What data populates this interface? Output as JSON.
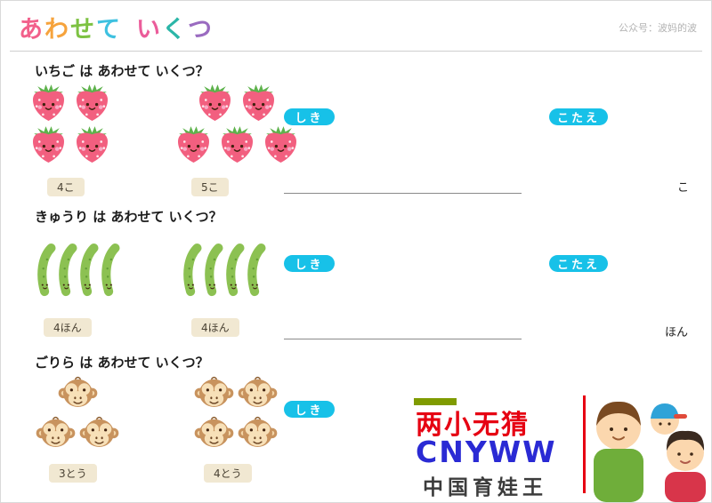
{
  "theme": {
    "accent_cyan": "#17c1e8",
    "label_bg": "#f1e8d2",
    "wm_red": "#e60012",
    "wm_blue": "#2a2ad4",
    "wm_dark": "#3c3c3c",
    "wm_bar": "#7f9b00"
  },
  "page": {
    "top_watermark": "公众号：波妈的波"
  },
  "title": {
    "chars": [
      {
        "ch": "あ",
        "color": "#f2608b"
      },
      {
        "ch": "わ",
        "color": "#f6a33c"
      },
      {
        "ch": "せ",
        "color": "#7dc242"
      },
      {
        "ch": "て",
        "color": "#3fc1e0"
      },
      {
        "ch": "い",
        "color": "#eb5c9a"
      },
      {
        "ch": "く",
        "color": "#2bb6a8"
      },
      {
        "ch": "つ",
        "color": "#9a6bc0"
      }
    ]
  },
  "sections": [
    {
      "question": "いちご は あわせて いくつ？",
      "icon": "strawberry",
      "groups": [
        {
          "label": "4こ",
          "count": 4,
          "rows": [
            2,
            2
          ]
        },
        {
          "label": "5こ",
          "count": 5,
          "rows": [
            2,
            3
          ]
        }
      ],
      "shiki": "しき",
      "kotae": "こたえ",
      "answer_unit": "こ"
    },
    {
      "question": "きゅうり は あわせて いくつ？",
      "icon": "cucumber",
      "groups": [
        {
          "label": "4ほん",
          "count": 4,
          "rows": [
            4
          ]
        },
        {
          "label": "4ほん",
          "count": 4,
          "rows": [
            4
          ]
        }
      ],
      "shiki": "しき",
      "kotae": "こたえ",
      "answer_unit": "ほん"
    },
    {
      "question": "ごりら は あわせて いくつ？",
      "icon": "gorilla",
      "groups": [
        {
          "label": "3とう",
          "count": 3,
          "rows": [
            1,
            2
          ]
        },
        {
          "label": "4とう",
          "count": 4,
          "rows": [
            2,
            2
          ]
        }
      ],
      "shiki": "しき"
    }
  ],
  "watermark": {
    "line1": "两小无猜",
    "line2": "CNYWW",
    "line3": "中国育娃王"
  }
}
